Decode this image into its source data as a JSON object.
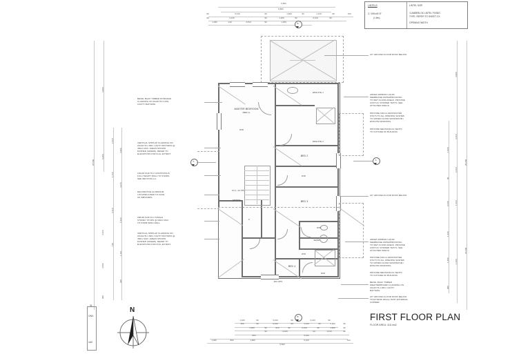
{
  "sheet": {
    "title": "FIRST FLOOR PLAN",
    "subtitle": "FLOOR AREA: 118.4m2"
  },
  "lintel_table": {
    "col1_header": "LINTELS",
    "col2_header": "LINTEL SIZE",
    "col1_value": "2 / 190x45 'E'",
    "col1_value2": "(1.8m)",
    "col2_line1": "'LUMBERLOK LINTEL FIXING",
    "col2_line2": "TYPE, REFER TO SHEET-CX.",
    "col2_line3": "OPENING WIDTH"
  },
  "left_notes": [
    {
      "id": "note-bevel-back-wyboard",
      "text": "BEVEL BACK TIMBER WYBOARD\nCLADDING ON 20x40 H3.1 MIN.\nCAVITY BATTENS."
    },
    {
      "id": "note-vertical-shiplap-upper",
      "text": "VERTICAL SHIPLAP CLADDING ON\n20x40 H3.1 MIN. CAVITY BATTENS @\n450cc MAX. AREAS SHOWN\nDASHED (GREEN). REFER TO\nELEVATIONS FOR FULL EXTENT."
    },
    {
      "id": "note-stair-wall",
      "text": "140x45 SG8 H1.2 CONTINUOUS\nFULL HEIGHT WALL TO STAIRS.\nSEE SECTION A-A."
    },
    {
      "id": "note-louvres",
      "text": "DECORATIVE ALUMINIUM\nLOUVRES FIXED TO FACE\nOF WBOARDS."
    },
    {
      "id": "note-wing-wall-studs",
      "text": "290x45 SG8 H1.2 SINGLE\nSTOREY STUDS @ 600cc MAX.\nTO FORM WING WALL."
    },
    {
      "id": "note-vertical-shiplap-lower",
      "text": "VERTICAL SHIPLAP CLADDING ON\n20x40 H3.1 MIN. CAVITY BATTENS @\n450cc MAX. AREAS SHOWN\nDASHED (GREEN). REFER TO\nELEVATIONS FOR FULL EXTENT."
    }
  ],
  "right_notes": [
    {
      "id": "note-roof-below-top",
      "text": "20° GROUND FLOOR ROOF BELOW."
    },
    {
      "id": "note-waterproofing-upper",
      "text": "ARDEX WPM001 LIQUID\nMEMBRANE WATERPROOFING\nTO WET FLOOR AREAS. PROVIDE\nACRYLIC SHOWER TRAYS. SEE\nATTACHED SPECS."
    },
    {
      "id": "note-restricter-stays-upper",
      "text": "PROVIDE 100mm RESTRICTER\nSTAYS TO ALL OPENING SASHES\nTO UPPER FLOOR WASHROOM /\nENSUITE WINDOWS."
    },
    {
      "id": "note-mech-vents-upper",
      "text": "PROVIDE MECHANICAL VENTS\nTO OUTSIDE OF BUILDING."
    },
    {
      "id": "note-roof-below-mid",
      "text": "20° GROUND FLOOR ROOF BELOW."
    },
    {
      "id": "note-waterproofing-lower",
      "text": "ARDEX WPM001 LIQUID\nMEMBRANE WATERPROOFING\nTO WET FLOOR AREAS. PROVIDE\nACRYLIC SHOWER TRAYS. SEE\nATTACHED SPECS."
    },
    {
      "id": "note-restricter-stays-lower",
      "text": "PROVIDE 100mm RESTRICTER\nSTAYS TO ALL OPENING SASHES\nTO UPPER FLOOR WASHROOM /\nENSUITE WINDOWS."
    },
    {
      "id": "note-mech-vents-lower",
      "text": "PROVIDE MECHANICAL VENTS\nTO OUTSIDE OF BUILDING."
    },
    {
      "id": "note-bevel-back-weatherboard",
      "text": "BEVEL BACK TIMBER\nWEATHERBOARD CLADDING ON\n20x40 H3.1 MIN. CAVITY\nBATTENS."
    },
    {
      "id": "note-roof-below-corner",
      "text": "20° GROUND FLOOR ROOF BELOW.\nTO EXTEND 450mm PAST EXTERNAL\nCORNER."
    }
  ],
  "rooms": [
    {
      "id": "room-master-bedroom",
      "label": "MASTER BEDROOM",
      "sub": "(BED 1)"
    },
    {
      "id": "room-ensuite-1",
      "label": "ENSUITE 1",
      "sub": ""
    },
    {
      "id": "room-ensuite-2",
      "label": "ENSUITE 2",
      "sub": ""
    },
    {
      "id": "room-bed-2",
      "label": "BED 2",
      "sub": ""
    },
    {
      "id": "room-bed-3",
      "label": "BED 3",
      "sub": ""
    },
    {
      "id": "room-bed-4",
      "label": "BED 4",
      "sub": ""
    },
    {
      "id": "room-sitting",
      "label": "SITTING",
      "sub": ""
    },
    {
      "id": "room-wash",
      "label": "WASH",
      "sub": ""
    }
  ],
  "room_tags": {
    "wd_1": "W/D",
    "wd_2": "W/D",
    "wd_3": "W/D",
    "wd_4": "W/D",
    "wd_5": "W/D",
    "cupboard": "C",
    "ffl": "F.F.L. 24.765",
    "wr_ops": "450 OPS"
  },
  "compass": {
    "north_label": "N"
  },
  "margin_tags": {
    "top": "31.",
    "mid": "ON3.",
    "bottom": "vA0"
  },
  "section_markers": [
    {
      "id": "section-marker-a-left",
      "label": "A"
    },
    {
      "id": "section-marker-a-right",
      "label": "A"
    },
    {
      "id": "section-marker-top",
      "label": "B"
    },
    {
      "id": "section-marker-bottom",
      "label": "B"
    }
  ],
  "dimensions": {
    "top": [
      {
        "row": 0,
        "values": [
          "9,500"
        ]
      },
      {
        "row": 1,
        "values": [
          "8,800"
        ]
      },
      {
        "row": 2,
        "values": [
          "90",
          "5,410",
          "90",
          "1,820",
          "90",
          "1,210",
          "90",
          "700"
        ]
      },
      {
        "row": 3,
        "values": [
          "90",
          "4,120",
          "90",
          "1,200",
          "90",
          "3,120",
          "90"
        ]
      },
      {
        "row": 4,
        "values": [
          "1,000",
          "140",
          "3,510",
          "90",
          "1,260",
          "90"
        ]
      }
    ],
    "bottom": [
      {
        "row": 0,
        "values": [
          "1,100",
          "90",
          "3,310",
          "90",
          "3,120",
          "90"
        ]
      },
      {
        "row": 1,
        "values": [
          "300",
          "90",
          "2,310",
          "90",
          "1,210",
          "90",
          "1,820",
          "90"
        ]
      },
      {
        "row": 2,
        "values": [
          "1,900",
          "90",
          "810",
          "90",
          "2,310",
          "90",
          "1,820",
          "90"
        ]
      },
      {
        "row": 3,
        "values": [
          "90",
          "3,420",
          "90",
          "1,410",
          "90"
        ]
      },
      {
        "row": 4,
        "values": [
          "800",
          "5,100"
        ]
      },
      {
        "row": 5,
        "values": [
          "1,000",
          "800",
          "1,900",
          "5,100",
          "700"
        ]
      },
      {
        "row": 6,
        "values": [
          "9,500"
        ]
      }
    ],
    "left": [
      {
        "values": [
          "3,900"
        ]
      },
      {
        "values": [
          "5,200"
        ]
      },
      {
        "values": [
          "25,900"
        ]
      },
      {
        "values": [
          "2,410",
          "1,710",
          "2,310",
          "140"
        ]
      },
      {
        "values": [
          "3,900",
          "4,270",
          "1,520",
          "1,110",
          "940"
        ]
      },
      {
        "values": [
          "3,220",
          "4,500",
          "900"
        ]
      }
    ],
    "right": [
      {
        "values": [
          "3,900"
        ]
      },
      {
        "values": [
          "3,410",
          "2,410",
          "1,410"
        ]
      },
      {
        "values": [
          "1,520",
          "90",
          "2,640"
        ]
      },
      {
        "values": [
          "25,900",
          "18,600"
        ]
      },
      {
        "values": [
          "1,420",
          "1,400",
          "1,430",
          "900"
        ]
      },
      {
        "values": [
          "90",
          "90",
          "90"
        ]
      }
    ]
  }
}
